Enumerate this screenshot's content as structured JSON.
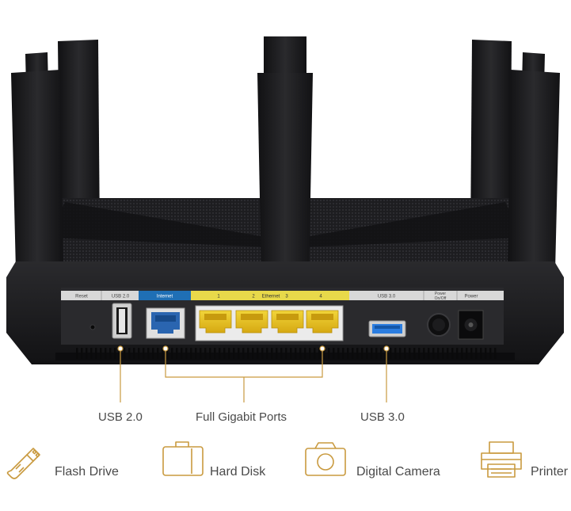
{
  "router": {
    "panel_labels": {
      "reset": "Reset",
      "usb2": "USB 2.0",
      "internet": "Internet",
      "eth1": "1",
      "eth2": "2",
      "ethernet": "Ethernet",
      "eth3": "3",
      "eth4": "4",
      "usb3": "USB 3.0",
      "power_onoff_line1": "Power",
      "power_onoff_line2": "On/Off",
      "power": "Power"
    },
    "colors": {
      "body": "#1c1c1e",
      "panel": "#d8d8d8",
      "internet_band": "#1f6fb5",
      "ethernet_band": "#e8d94a",
      "port_yellow": "#e6c21a",
      "port_blue": "#2a65b0",
      "usb3_blue": "#2b7de0",
      "callout_line": "#c99a3f"
    }
  },
  "callouts": {
    "usb2": "USB 2.0",
    "gigabit": "Full Gigabit Ports",
    "usb3": "USB 3.0"
  },
  "devices": [
    {
      "icon": "flash-drive-icon",
      "label": "Flash Drive"
    },
    {
      "icon": "hard-disk-icon",
      "label": "Hard Disk"
    },
    {
      "icon": "digital-camera-icon",
      "label": "Digital Camera"
    },
    {
      "icon": "printer-icon",
      "label": "Printer"
    }
  ]
}
